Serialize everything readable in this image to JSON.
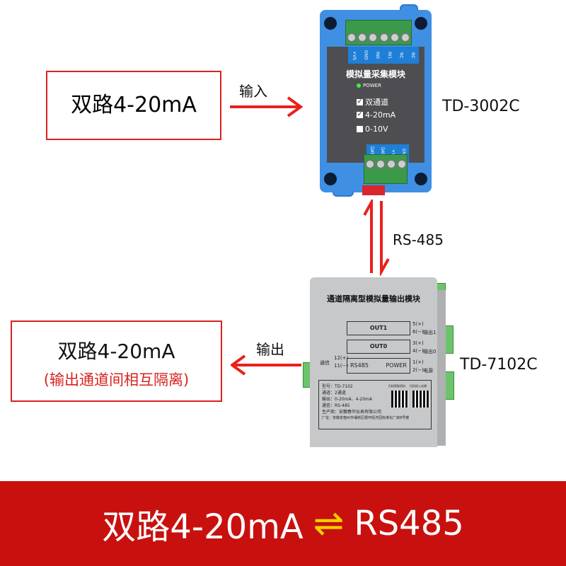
{
  "input_box": {
    "text": "双路4-20mA"
  },
  "input_arrow": {
    "label": "输入"
  },
  "top_device": {
    "model": "TD-3002C",
    "top_terminals": [
      "+VS",
      "GND",
      "IN0",
      "IN1",
      "NC",
      "NC"
    ],
    "title": "模拟量采集模块",
    "power_label": "POWER",
    "options": [
      {
        "label": "双通道",
        "checked": true
      },
      {
        "label": "4-20mA",
        "checked": true
      },
      {
        "label": "0-10V",
        "checked": false
      }
    ],
    "bottom_terminals": [
      "DATA+",
      "DATA-",
      "+VS",
      "GND"
    ]
  },
  "link": {
    "label": "RS-485"
  },
  "bottom_device": {
    "model": "TD-7102C",
    "title": "通道隔离型模拟量输出模块",
    "blocks": {
      "out1": "OUT1",
      "out0": "OUT0",
      "rs485": "RS485",
      "power": "POWER"
    },
    "pins": {
      "p5": "5(+)",
      "p6": "6(−)",
      "p3": "3(+)",
      "p4": "4(−)",
      "p1": "1(+)",
      "p2": "2(−)",
      "p12": "12(+)",
      "p11": "11(−)"
    },
    "side_labels": {
      "out1": "输出1",
      "out0": "输出0",
      "power": "电源",
      "comm": "通信"
    },
    "info": [
      "型号：TD-7102",
      "通道：2通道",
      "输出：0-20mA、4-20mA",
      "通信：RS-485",
      "生产商：安徽春华仪表有限公司",
      "厂址：安徽省宿州市埇桥区循环经济园标准化厂房8号楼"
    ],
    "qr_labels": [
      "扫码获取资料",
      "扫码进入店铺"
    ]
  },
  "output_arrow": {
    "label": "输出"
  },
  "output_box": {
    "text": "双路4-20mA",
    "note": "(输出通道间相互隔离)"
  },
  "banner": {
    "left": "双路4-20mA",
    "symbol": "⇌",
    "right": "RS485"
  },
  "colors": {
    "accent_red": "#d9231f",
    "banner_red": "#c8110f",
    "arrow_yellow": "#f5d000",
    "device_blue": "#3f8fe2"
  }
}
